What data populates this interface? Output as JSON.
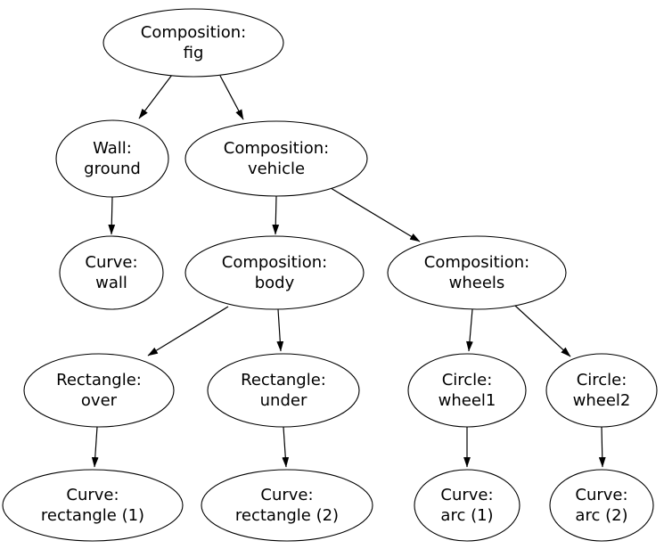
{
  "diagram": {
    "type": "tree-graph",
    "style": {
      "background": "#ffffff",
      "node_fill": "#ffffff",
      "node_stroke": "#000000",
      "edge_color": "#000000",
      "text_color": "#000000"
    },
    "nodes": {
      "fig": {
        "type": "Composition",
        "name": "fig",
        "line1": "Composition:",
        "line2": "fig"
      },
      "ground": {
        "type": "Wall",
        "name": "ground",
        "line1": "Wall:",
        "line2": "ground"
      },
      "vehicle": {
        "type": "Composition",
        "name": "vehicle",
        "line1": "Composition:",
        "line2": "vehicle"
      },
      "wall": {
        "type": "Curve",
        "name": "wall",
        "line1": "Curve:",
        "line2": "wall"
      },
      "body": {
        "type": "Composition",
        "name": "body",
        "line1": "Composition:",
        "line2": "body"
      },
      "wheels": {
        "type": "Composition",
        "name": "wheels",
        "line1": "Composition:",
        "line2": "wheels"
      },
      "over": {
        "type": "Rectangle",
        "name": "over",
        "line1": "Rectangle:",
        "line2": "over"
      },
      "under": {
        "type": "Rectangle",
        "name": "under",
        "line1": "Rectangle:",
        "line2": "under"
      },
      "wheel1": {
        "type": "Circle",
        "name": "wheel1",
        "line1": "Circle:",
        "line2": "wheel1"
      },
      "wheel2": {
        "type": "Circle",
        "name": "wheel2",
        "line1": "Circle:",
        "line2": "wheel2"
      },
      "rect1": {
        "type": "Curve",
        "name": "rectangle (1)",
        "line1": "Curve:",
        "line2": "rectangle (1)"
      },
      "rect2": {
        "type": "Curve",
        "name": "rectangle (2)",
        "line1": "Curve:",
        "line2": "rectangle (2)"
      },
      "arc1": {
        "type": "Curve",
        "name": "arc (1)",
        "line1": "Curve:",
        "line2": "arc (1)"
      },
      "arc2": {
        "type": "Curve",
        "name": "arc (2)",
        "line1": "Curve:",
        "line2": "arc (2)"
      }
    },
    "edges": [
      {
        "from": "fig",
        "to": "ground"
      },
      {
        "from": "fig",
        "to": "vehicle"
      },
      {
        "from": "ground",
        "to": "wall"
      },
      {
        "from": "vehicle",
        "to": "body"
      },
      {
        "from": "vehicle",
        "to": "wheels"
      },
      {
        "from": "body",
        "to": "over"
      },
      {
        "from": "body",
        "to": "under"
      },
      {
        "from": "wheels",
        "to": "wheel1"
      },
      {
        "from": "wheels",
        "to": "wheel2"
      },
      {
        "from": "over",
        "to": "rect1"
      },
      {
        "from": "under",
        "to": "rect2"
      },
      {
        "from": "wheel1",
        "to": "arc1"
      },
      {
        "from": "wheel2",
        "to": "arc2"
      }
    ]
  }
}
